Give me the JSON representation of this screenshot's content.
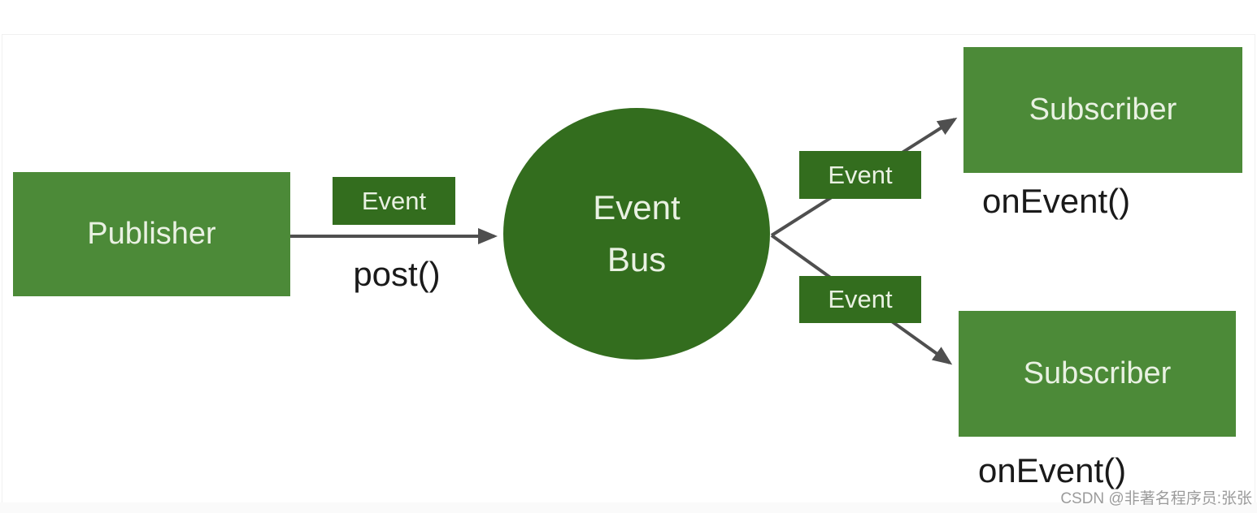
{
  "diagram": {
    "publisher": {
      "label": "Publisher"
    },
    "event_bus": {
      "line1": "Event",
      "line2": "Bus"
    },
    "event_labels": {
      "left": "Event",
      "top_right": "Event",
      "bottom_right": "Event"
    },
    "methods": {
      "post": "post()",
      "on_event_top": "onEvent()",
      "on_event_bottom": "onEvent()"
    },
    "subscribers": [
      {
        "label": "Subscriber"
      },
      {
        "label": "Subscriber"
      }
    ],
    "watermark": "CSDN @非著名程序员:张张",
    "colors": {
      "box_green": "#4c8a38",
      "dark_green": "#336d1e",
      "arrow_gray": "#4f4f4f",
      "text_light": "#e9f1e2",
      "method_text": "#1a1a1a",
      "watermark_gray": "#9b9b9b"
    }
  }
}
